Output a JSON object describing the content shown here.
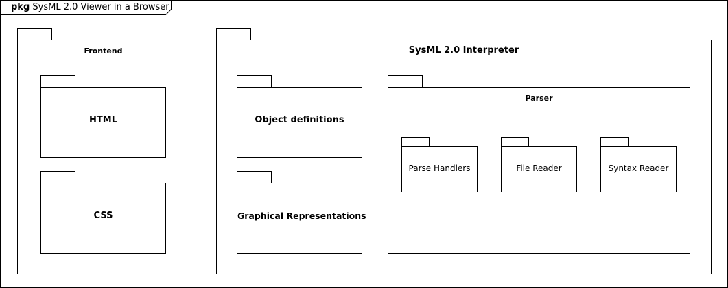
{
  "frame": {
    "keyword": "pkg",
    "name": "SysML 2.0 Viewer in a Browser"
  },
  "packages": {
    "frontend": {
      "label": "Frontend"
    },
    "html": {
      "label": "HTML"
    },
    "css": {
      "label": "CSS"
    },
    "interpreter": {
      "label": "SysML 2.0 Interpreter"
    },
    "object_definitions": {
      "label": "Object definitions"
    },
    "graphical_representations": {
      "label": "Graphical Representations"
    },
    "parser": {
      "label": "Parser"
    },
    "parse_handlers": {
      "label": "Parse Handlers"
    },
    "file_reader": {
      "label": "File Reader"
    },
    "syntax_reader": {
      "label": "Syntax Reader"
    }
  }
}
